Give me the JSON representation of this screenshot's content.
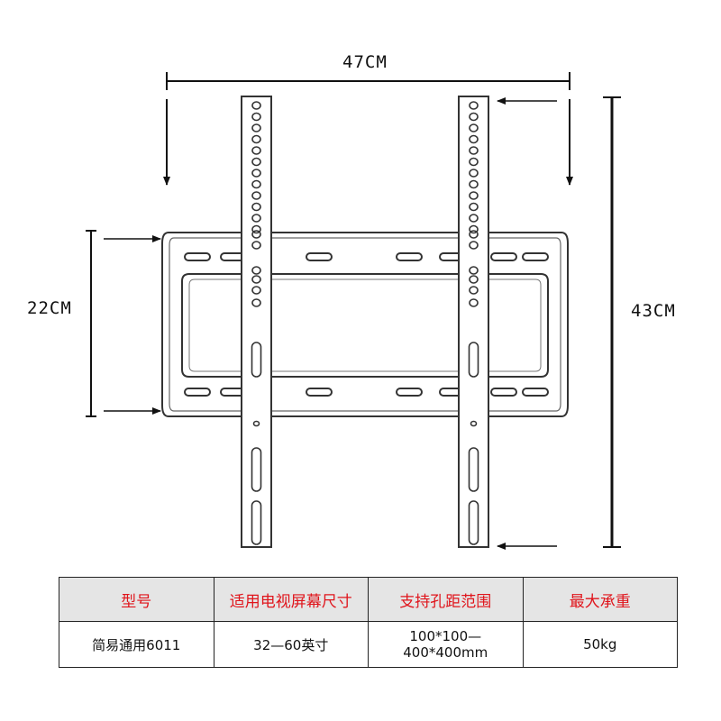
{
  "dimensions": {
    "width_label": "47CM",
    "height_label": "22CM",
    "total_height_label": "43CM"
  },
  "table": {
    "headers": [
      "型号",
      "适用电视屏幕尺寸",
      "支持孔距范围",
      "最大承重"
    ],
    "values": [
      "简易通用6011",
      "32—60英寸",
      "100*100—400*400mm",
      "50kg"
    ]
  },
  "colors": {
    "header_text": "#e0141b",
    "header_bg": "#e5e5e5",
    "line": "#111111"
  }
}
